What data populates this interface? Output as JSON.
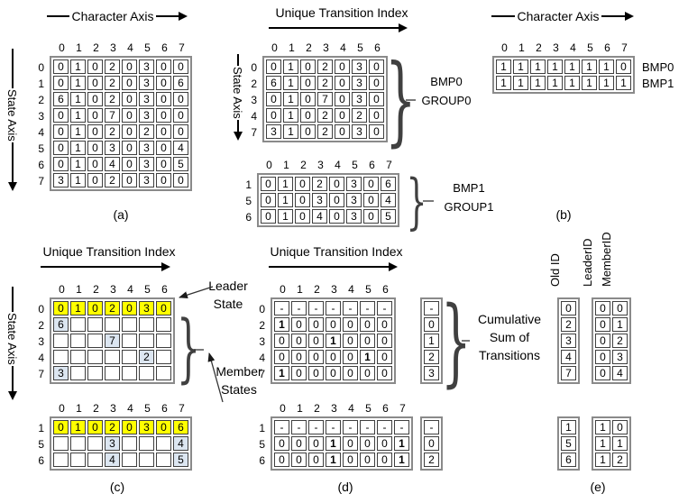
{
  "palette": {
    "leader_fill": "#ffff00",
    "member_fill": "#dce6f1",
    "cell_border": "#3f3f3f",
    "table_frame": "#8a8a8a"
  },
  "headers": {
    "character_axis": "Character Axis",
    "unique_transition_index": "Unique Transition Index",
    "state_axis": "State Axis"
  },
  "groups": {
    "bmp0": "BMP0",
    "group0": "GROUP0",
    "bmp1": "BMP1",
    "group1": "GROUP1"
  },
  "annotations": {
    "leader_state": "Leader State",
    "member_states": "Member States",
    "cumulative_sum": "Cumulative Sum of Transitions"
  },
  "e_headers": {
    "old_id": "Old ID",
    "leader_id": "LeaderID",
    "member_id": "MemberID"
  },
  "captions": {
    "a": "(a)",
    "b": "(b)",
    "c": "(c)",
    "d": "(d)",
    "e": "(e)"
  },
  "matrices": {
    "a": {
      "cols": [
        "0",
        "1",
        "2",
        "3",
        "4",
        "5",
        "6",
        "7"
      ],
      "rows": [
        {
          "label": "0",
          "cells": [
            "0",
            "1",
            "0",
            "2",
            "0",
            "3",
            "0",
            "0"
          ]
        },
        {
          "label": "1",
          "cells": [
            "0",
            "1",
            "0",
            "2",
            "0",
            "3",
            "0",
            "6"
          ]
        },
        {
          "label": "2",
          "cells": [
            "6",
            "1",
            "0",
            "2",
            "0",
            "3",
            "0",
            "0"
          ]
        },
        {
          "label": "3",
          "cells": [
            "0",
            "1",
            "0",
            "7",
            "0",
            "3",
            "0",
            "0"
          ]
        },
        {
          "label": "4",
          "cells": [
            "0",
            "1",
            "0",
            "2",
            "0",
            "2",
            "0",
            "0"
          ]
        },
        {
          "label": "5",
          "cells": [
            "0",
            "1",
            "0",
            "3",
            "0",
            "3",
            "0",
            "4"
          ]
        },
        {
          "label": "6",
          "cells": [
            "0",
            "1",
            "0",
            "4",
            "0",
            "3",
            "0",
            "5"
          ]
        },
        {
          "label": "7",
          "cells": [
            "3",
            "1",
            "0",
            "2",
            "0",
            "3",
            "0",
            "0"
          ]
        }
      ]
    },
    "group0": {
      "cols": [
        "0",
        "1",
        "2",
        "3",
        "4",
        "5",
        "6"
      ],
      "rows": [
        {
          "label": "0",
          "cells": [
            "0",
            "1",
            "0",
            "2",
            "0",
            "3",
            "0"
          ]
        },
        {
          "label": "2",
          "cells": [
            "6",
            "1",
            "0",
            "2",
            "0",
            "3",
            "0"
          ]
        },
        {
          "label": "3",
          "cells": [
            "0",
            "1",
            "0",
            "7",
            "0",
            "3",
            "0"
          ]
        },
        {
          "label": "4",
          "cells": [
            "0",
            "1",
            "0",
            "2",
            "0",
            "2",
            "0"
          ]
        },
        {
          "label": "7",
          "cells": [
            "3",
            "1",
            "0",
            "2",
            "0",
            "3",
            "0"
          ]
        }
      ]
    },
    "group1": {
      "cols": [
        "0",
        "1",
        "2",
        "3",
        "4",
        "5",
        "6",
        "7"
      ],
      "rows": [
        {
          "label": "1",
          "cells": [
            "0",
            "1",
            "0",
            "2",
            "0",
            "3",
            "0",
            "6"
          ]
        },
        {
          "label": "5",
          "cells": [
            "0",
            "1",
            "0",
            "3",
            "0",
            "3",
            "0",
            "4"
          ]
        },
        {
          "label": "6",
          "cells": [
            "0",
            "1",
            "0",
            "4",
            "0",
            "3",
            "0",
            "5"
          ]
        }
      ]
    },
    "b": {
      "cols": [
        "0",
        "1",
        "2",
        "3",
        "4",
        "5",
        "6",
        "7"
      ],
      "rows": [
        {
          "right": "BMP0",
          "cells": [
            "1",
            "1",
            "1",
            "1",
            "1",
            "1",
            "1",
            "0"
          ]
        },
        {
          "right": "BMP1",
          "cells": [
            "1",
            "1",
            "1",
            "1",
            "1",
            "1",
            "1",
            "1"
          ]
        }
      ]
    },
    "c_upper": {
      "cols": [
        "0",
        "1",
        "2",
        "3",
        "4",
        "5",
        "6"
      ],
      "rows": [
        {
          "label": "0",
          "cells": [
            {
              "v": "0",
              "f": "y"
            },
            {
              "v": "1",
              "f": "y"
            },
            {
              "v": "0",
              "f": "y"
            },
            {
              "v": "2",
              "f": "y"
            },
            {
              "v": "0",
              "f": "y"
            },
            {
              "v": "3",
              "f": "y"
            },
            {
              "v": "0",
              "f": "y"
            }
          ]
        },
        {
          "label": "2",
          "cells": [
            {
              "v": "6",
              "f": "b"
            },
            "",
            "",
            "",
            "",
            "",
            ""
          ]
        },
        {
          "label": "3",
          "cells": [
            "",
            "",
            "",
            {
              "v": "7",
              "f": "b"
            },
            "",
            "",
            ""
          ]
        },
        {
          "label": "4",
          "cells": [
            "",
            "",
            "",
            "",
            "",
            {
              "v": "2",
              "f": "b"
            },
            ""
          ]
        },
        {
          "label": "7",
          "cells": [
            {
              "v": "3",
              "f": "b"
            },
            "",
            "",
            "",
            "",
            "",
            ""
          ]
        }
      ]
    },
    "c_lower": {
      "cols": [
        "0",
        "1",
        "2",
        "3",
        "4",
        "5",
        "6",
        "7"
      ],
      "rows": [
        {
          "label": "1",
          "cells": [
            {
              "v": "0",
              "f": "y"
            },
            {
              "v": "1",
              "f": "y"
            },
            {
              "v": "0",
              "f": "y"
            },
            {
              "v": "2",
              "f": "y"
            },
            {
              "v": "0",
              "f": "y"
            },
            {
              "v": "3",
              "f": "y"
            },
            {
              "v": "0",
              "f": "y"
            },
            {
              "v": "6",
              "f": "y"
            }
          ]
        },
        {
          "label": "5",
          "cells": [
            "",
            "",
            "",
            {
              "v": "3",
              "f": "b"
            },
            "",
            "",
            "",
            {
              "v": "4",
              "f": "b"
            }
          ]
        },
        {
          "label": "6",
          "cells": [
            "",
            "",
            "",
            {
              "v": "4",
              "f": "b"
            },
            "",
            "",
            "",
            {
              "v": "5",
              "f": "b"
            }
          ]
        }
      ]
    },
    "d_upper": {
      "cols": [
        "0",
        "1",
        "2",
        "3",
        "4",
        "5",
        "6"
      ],
      "rows": [
        {
          "label": "0",
          "cells": [
            "-",
            "-",
            "-",
            "-",
            "-",
            "-",
            "-"
          ]
        },
        {
          "label": "2",
          "cells": [
            {
              "v": "1",
              "bold": true
            },
            "0",
            "0",
            "0",
            "0",
            "0",
            "0"
          ]
        },
        {
          "label": "3",
          "cells": [
            "0",
            "0",
            "0",
            {
              "v": "1",
              "bold": true
            },
            "0",
            "0",
            "0"
          ]
        },
        {
          "label": "4",
          "cells": [
            "0",
            "0",
            "0",
            "0",
            "0",
            {
              "v": "1",
              "bold": true
            },
            "0"
          ]
        },
        {
          "label": "7",
          "cells": [
            {
              "v": "1",
              "bold": true
            },
            "0",
            "0",
            "0",
            "0",
            "0",
            "0"
          ]
        }
      ]
    },
    "d_upper_sums": {
      "rows": [
        [
          "-"
        ],
        [
          "0"
        ],
        [
          "1"
        ],
        [
          "2"
        ],
        [
          "3"
        ]
      ]
    },
    "d_lower": {
      "cols": [
        "0",
        "1",
        "2",
        "3",
        "4",
        "5",
        "6",
        "7"
      ],
      "rows": [
        {
          "label": "1",
          "cells": [
            "-",
            "-",
            "-",
            "-",
            "-",
            "-",
            "-",
            "-"
          ]
        },
        {
          "label": "5",
          "cells": [
            "0",
            "0",
            "0",
            {
              "v": "1",
              "bold": true
            },
            "0",
            "0",
            "0",
            {
              "v": "1",
              "bold": true
            }
          ]
        },
        {
          "label": "6",
          "cells": [
            "0",
            "0",
            "0",
            {
              "v": "1",
              "bold": true
            },
            "0",
            "0",
            "0",
            {
              "v": "1",
              "bold": true
            }
          ]
        }
      ]
    },
    "d_lower_sums": {
      "rows": [
        [
          "-"
        ],
        [
          "0"
        ],
        [
          "2"
        ]
      ]
    },
    "e_upper_old": {
      "rows": [
        [
          "0"
        ],
        [
          "2"
        ],
        [
          "3"
        ],
        [
          "4"
        ],
        [
          "7"
        ]
      ]
    },
    "e_upper_ids": {
      "rows": [
        [
          "0",
          "0"
        ],
        [
          "0",
          "1"
        ],
        [
          "0",
          "2"
        ],
        [
          "0",
          "3"
        ],
        [
          "0",
          "4"
        ]
      ]
    },
    "e_lower_old": {
      "rows": [
        [
          "1"
        ],
        [
          "5"
        ],
        [
          "6"
        ]
      ]
    },
    "e_lower_ids": {
      "rows": [
        [
          "1",
          "0"
        ],
        [
          "1",
          "1"
        ],
        [
          "1",
          "2"
        ]
      ]
    }
  }
}
